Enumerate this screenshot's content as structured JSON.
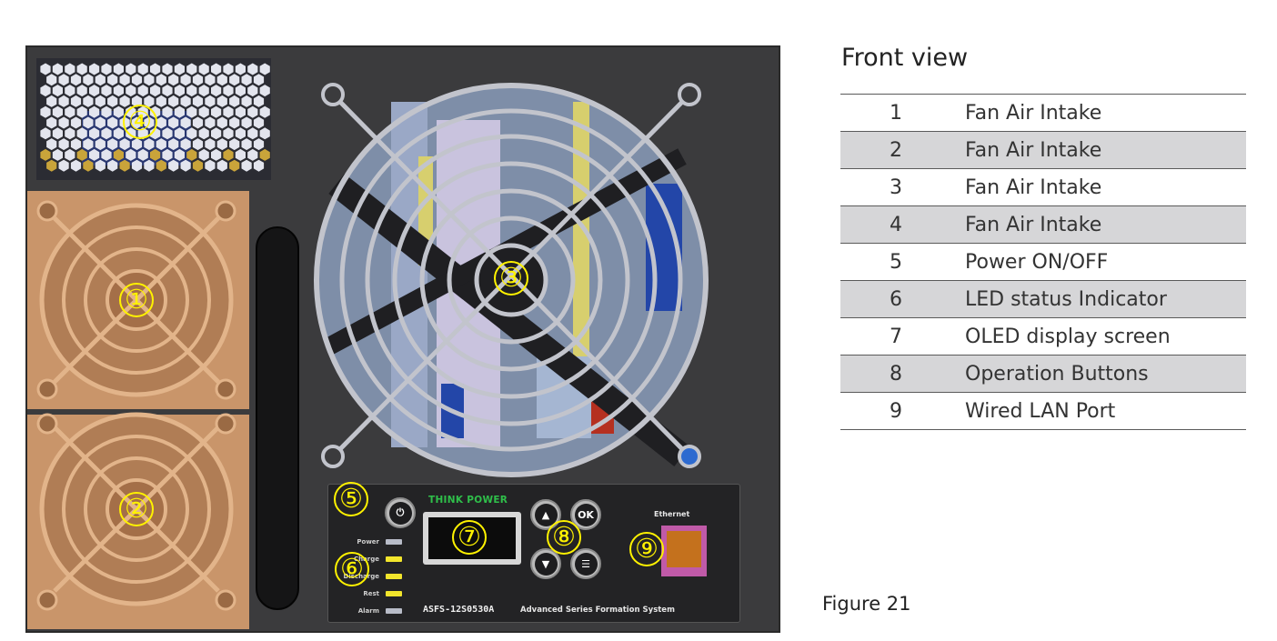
{
  "figure": {
    "title": "Front view",
    "caption": "Figure 21"
  },
  "components": [
    {
      "number": "1",
      "description": "Fan Air Intake"
    },
    {
      "number": "2",
      "description": "Fan Air Intake"
    },
    {
      "number": "3",
      "description": "Fan Air Intake"
    },
    {
      "number": "4",
      "description": "Fan Air Intake"
    },
    {
      "number": "5",
      "description": "Power ON/OFF"
    },
    {
      "number": "6",
      "description": "LED status Indicator"
    },
    {
      "number": "7",
      "description": "OLED display screen"
    },
    {
      "number": "8",
      "description": "Operation Buttons"
    },
    {
      "number": "9",
      "description": "Wired LAN Port"
    }
  ],
  "callouts": [
    "①",
    "②",
    "③",
    "④",
    "⑤",
    "⑥",
    "⑦",
    "⑧",
    "⑨"
  ],
  "panel": {
    "brand": "THINK POWER",
    "model": "ASFS-12S0530A",
    "model_description": "Advanced Series Formation System",
    "ethernet_label": "Ethernet",
    "ok_label": "OK",
    "leds": [
      {
        "label": "Power",
        "color": "#b8bcc8"
      },
      {
        "label": "Charge",
        "color": "#f2e52c"
      },
      {
        "label": "Discharge",
        "color": "#f2e52c"
      },
      {
        "label": "Rest",
        "color": "#f2e52c"
      },
      {
        "label": "Alarm",
        "color": "#b8bcc8"
      }
    ]
  },
  "colors": {
    "callout": "#fff200",
    "chassis": "#3b3b3d",
    "fan_bronze": "#c9956a",
    "fan_guard": "#c2c4cc",
    "table_stripe": "#d6d6d8"
  }
}
